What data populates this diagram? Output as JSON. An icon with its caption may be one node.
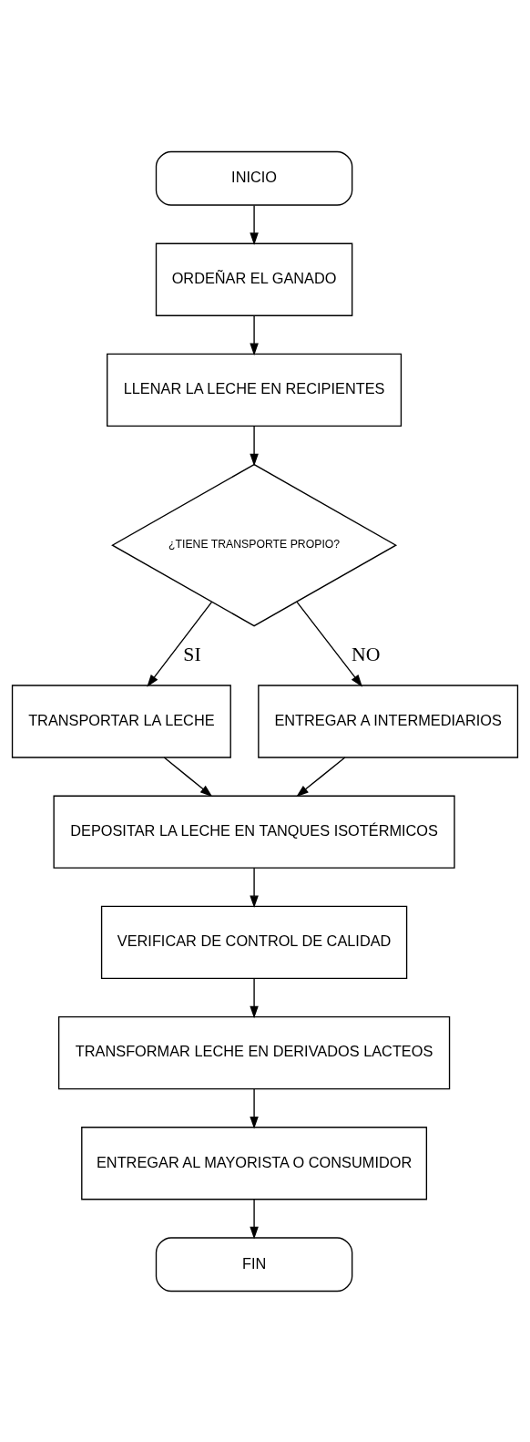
{
  "diagram": {
    "nodes": [
      {
        "text": [
          "INICIO"
        ]
      },
      {
        "text": [
          "ORDEÑAR EL GANADO"
        ]
      },
      {
        "text": [
          "LLENAR LA LECHE EN RECIPIENTES"
        ]
      },
      {
        "text": [
          "¿TIENE TRANSPORTE PROPIO?"
        ]
      },
      {
        "text": [
          "TRANSPORTAR LA LECHE"
        ]
      },
      {
        "text": [
          "ENTREGAR A INTERMEDIARIOS"
        ]
      },
      {
        "text": [
          "DEPOSITAR LA LECHE EN TANQUES ISOTÉRMICOS"
        ]
      },
      {
        "text": [
          "VERIFICAR DE CONTROL DE CALIDAD"
        ]
      },
      {
        "text": [
          "TRANSFORMAR LECHE EN DERIVADOS LACTEOS"
        ]
      },
      {
        "text": [
          "ENTREGAR AL MAYORISTA O CONSUMIDOR"
        ]
      },
      {
        "text": [
          "FIN"
        ]
      }
    ],
    "edges": [
      {
        "from": 0,
        "to": 1,
        "arrow": "to"
      },
      {
        "from": 1,
        "to": 2,
        "arrow": "to"
      },
      {
        "from": 2,
        "to": 3,
        "arrow": "to"
      },
      {
        "from": 3,
        "to": 4,
        "arrow": "to",
        "label": "SI"
      },
      {
        "from": 3,
        "to": 5,
        "arrow": "to",
        "label": "NO"
      },
      {
        "from": 4,
        "to": 6,
        "arrow": "to"
      },
      {
        "from": 5,
        "to": 6,
        "arrow": "to"
      },
      {
        "from": 6,
        "to": 7,
        "arrow": "to"
      },
      {
        "from": 7,
        "to": 8,
        "arrow": "to"
      },
      {
        "from": 8,
        "to": 9,
        "arrow": "to"
      },
      {
        "from": 9,
        "to": 10,
        "arrow": "to"
      }
    ]
  }
}
